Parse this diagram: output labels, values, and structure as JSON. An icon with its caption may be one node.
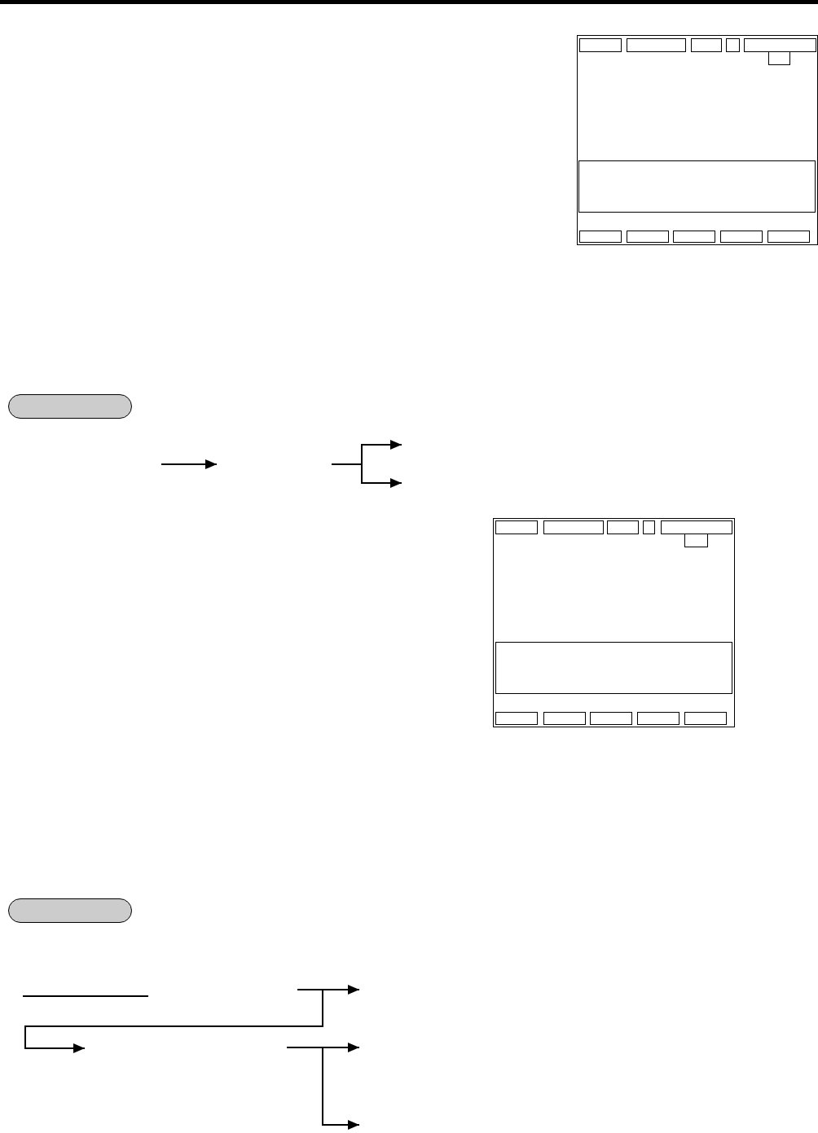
{
  "diagram": {
    "nodes": [
      {
        "text": [],
        "shape": "box"
      },
      {
        "text": [],
        "shape": "box",
        "in": 0
      },
      {
        "text": [],
        "shape": "box",
        "in": 0
      },
      {
        "text": [],
        "shape": "box",
        "in": 0
      },
      {
        "text": [],
        "shape": "box",
        "in": 0
      },
      {
        "text": [],
        "shape": "box",
        "in": 0
      },
      {
        "text": [],
        "shape": "box",
        "in": 0
      },
      {
        "text": [],
        "shape": "box",
        "in": 0
      },
      {
        "text": [],
        "shape": "box",
        "in": 0
      },
      {
        "text": [],
        "shape": "box",
        "in": 0
      },
      {
        "text": [],
        "shape": "box",
        "in": 0
      },
      {
        "text": [],
        "shape": "box",
        "in": 0
      },
      {
        "text": [],
        "shape": "box",
        "in": 0
      },
      {
        "text": [],
        "shape": "pill"
      },
      {
        "text": [],
        "shape": "box"
      },
      {
        "text": [],
        "shape": "box",
        "in": 14
      },
      {
        "text": [],
        "shape": "box",
        "in": 14
      },
      {
        "text": [],
        "shape": "box",
        "in": 14
      },
      {
        "text": [],
        "shape": "box",
        "in": 14
      },
      {
        "text": [],
        "shape": "box",
        "in": 14
      },
      {
        "text": [],
        "shape": "box",
        "in": 14
      },
      {
        "text": [],
        "shape": "box",
        "in": 14
      },
      {
        "text": [],
        "shape": "box",
        "in": 14
      },
      {
        "text": [],
        "shape": "box",
        "in": 14
      },
      {
        "text": [],
        "shape": "box",
        "in": 14
      },
      {
        "text": [],
        "shape": "box",
        "in": 14
      },
      {
        "text": [],
        "shape": "box",
        "in": 14
      },
      {
        "text": [],
        "shape": "pill"
      }
    ]
  }
}
